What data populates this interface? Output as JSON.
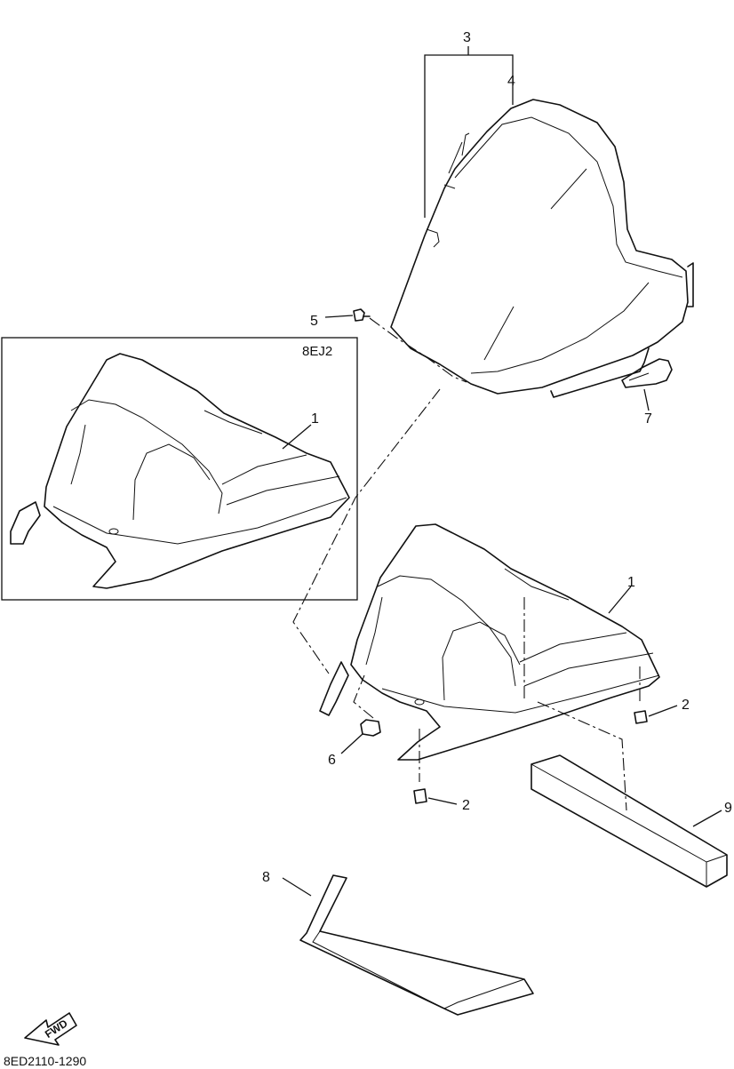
{
  "diagram": {
    "variant_label": "8EJ2",
    "diagram_code": "8ED2110-1290",
    "fwd_label": "FWD",
    "callouts": [
      {
        "id": "c3",
        "text": "3"
      },
      {
        "id": "c4",
        "text": "4"
      },
      {
        "id": "c5",
        "text": "5"
      },
      {
        "id": "c7",
        "text": "7"
      },
      {
        "id": "c1-inset",
        "text": "1"
      },
      {
        "id": "c1-main",
        "text": "1"
      },
      {
        "id": "c2-right",
        "text": "2"
      },
      {
        "id": "c6",
        "text": "6"
      },
      {
        "id": "c2-lower",
        "text": "2"
      },
      {
        "id": "c9",
        "text": "9"
      },
      {
        "id": "c8",
        "text": "8"
      }
    ]
  }
}
